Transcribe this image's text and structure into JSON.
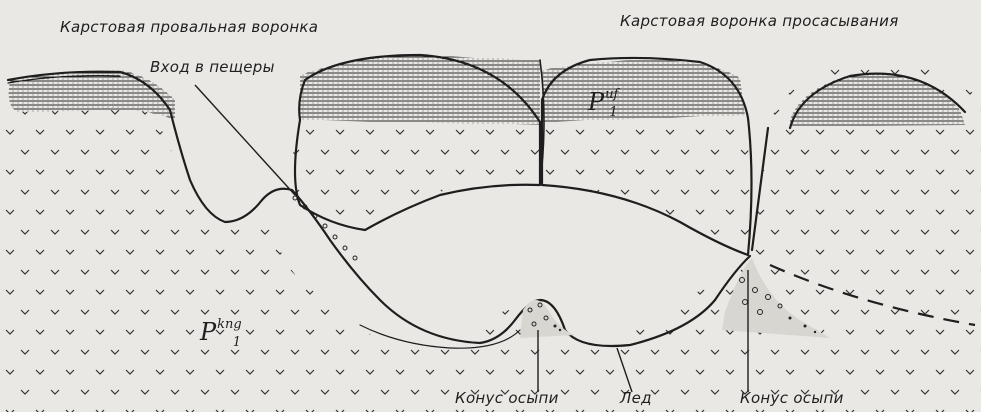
{
  "labels": {
    "collapse_funnel": "Карстовая провальная воронка",
    "cave_entrance": "Вход в пещеры",
    "subsidence_funnel": "Карстовая воронка просасывания",
    "talus_cone_left": "Конус осыпи",
    "ice": "Лед",
    "talus_cone_right": "Конус осыпи"
  },
  "formulas": {
    "upper": {
      "base": "P",
      "sup": "uf",
      "sub": "1"
    },
    "lower": {
      "base": "P",
      "sup": "kng",
      "sub": "1"
    }
  },
  "colors": {
    "background": "#e9e8e4",
    "ink": "#1f1f1f"
  }
}
